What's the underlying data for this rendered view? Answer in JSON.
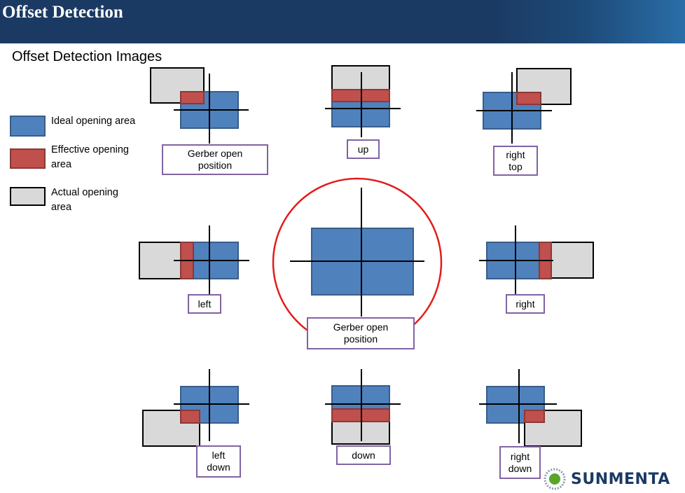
{
  "header": {
    "title": "Offset Detection"
  },
  "subtitle": "Offset Detection Images",
  "legend": [
    {
      "label": "Ideal opening area",
      "color": "#4f81bd"
    },
    {
      "label": "Effective opening area",
      "color": "#c0504d"
    },
    {
      "label": "Actual opening area",
      "color": "#d9d9d9"
    }
  ],
  "labels": {
    "top_left": "Gerber open position",
    "up": "up",
    "right_top": "right top",
    "left": "left",
    "center": "Gerber open position",
    "right": "right",
    "left_down": "left down",
    "down": "down",
    "right_down": "right down"
  },
  "logo": "SUNMENTA",
  "colors": {
    "header": "#1b3a63",
    "ideal": "#4f81bd",
    "effective": "#c0504d",
    "actual": "#d9d9d9",
    "circle": "#e31b1b"
  }
}
